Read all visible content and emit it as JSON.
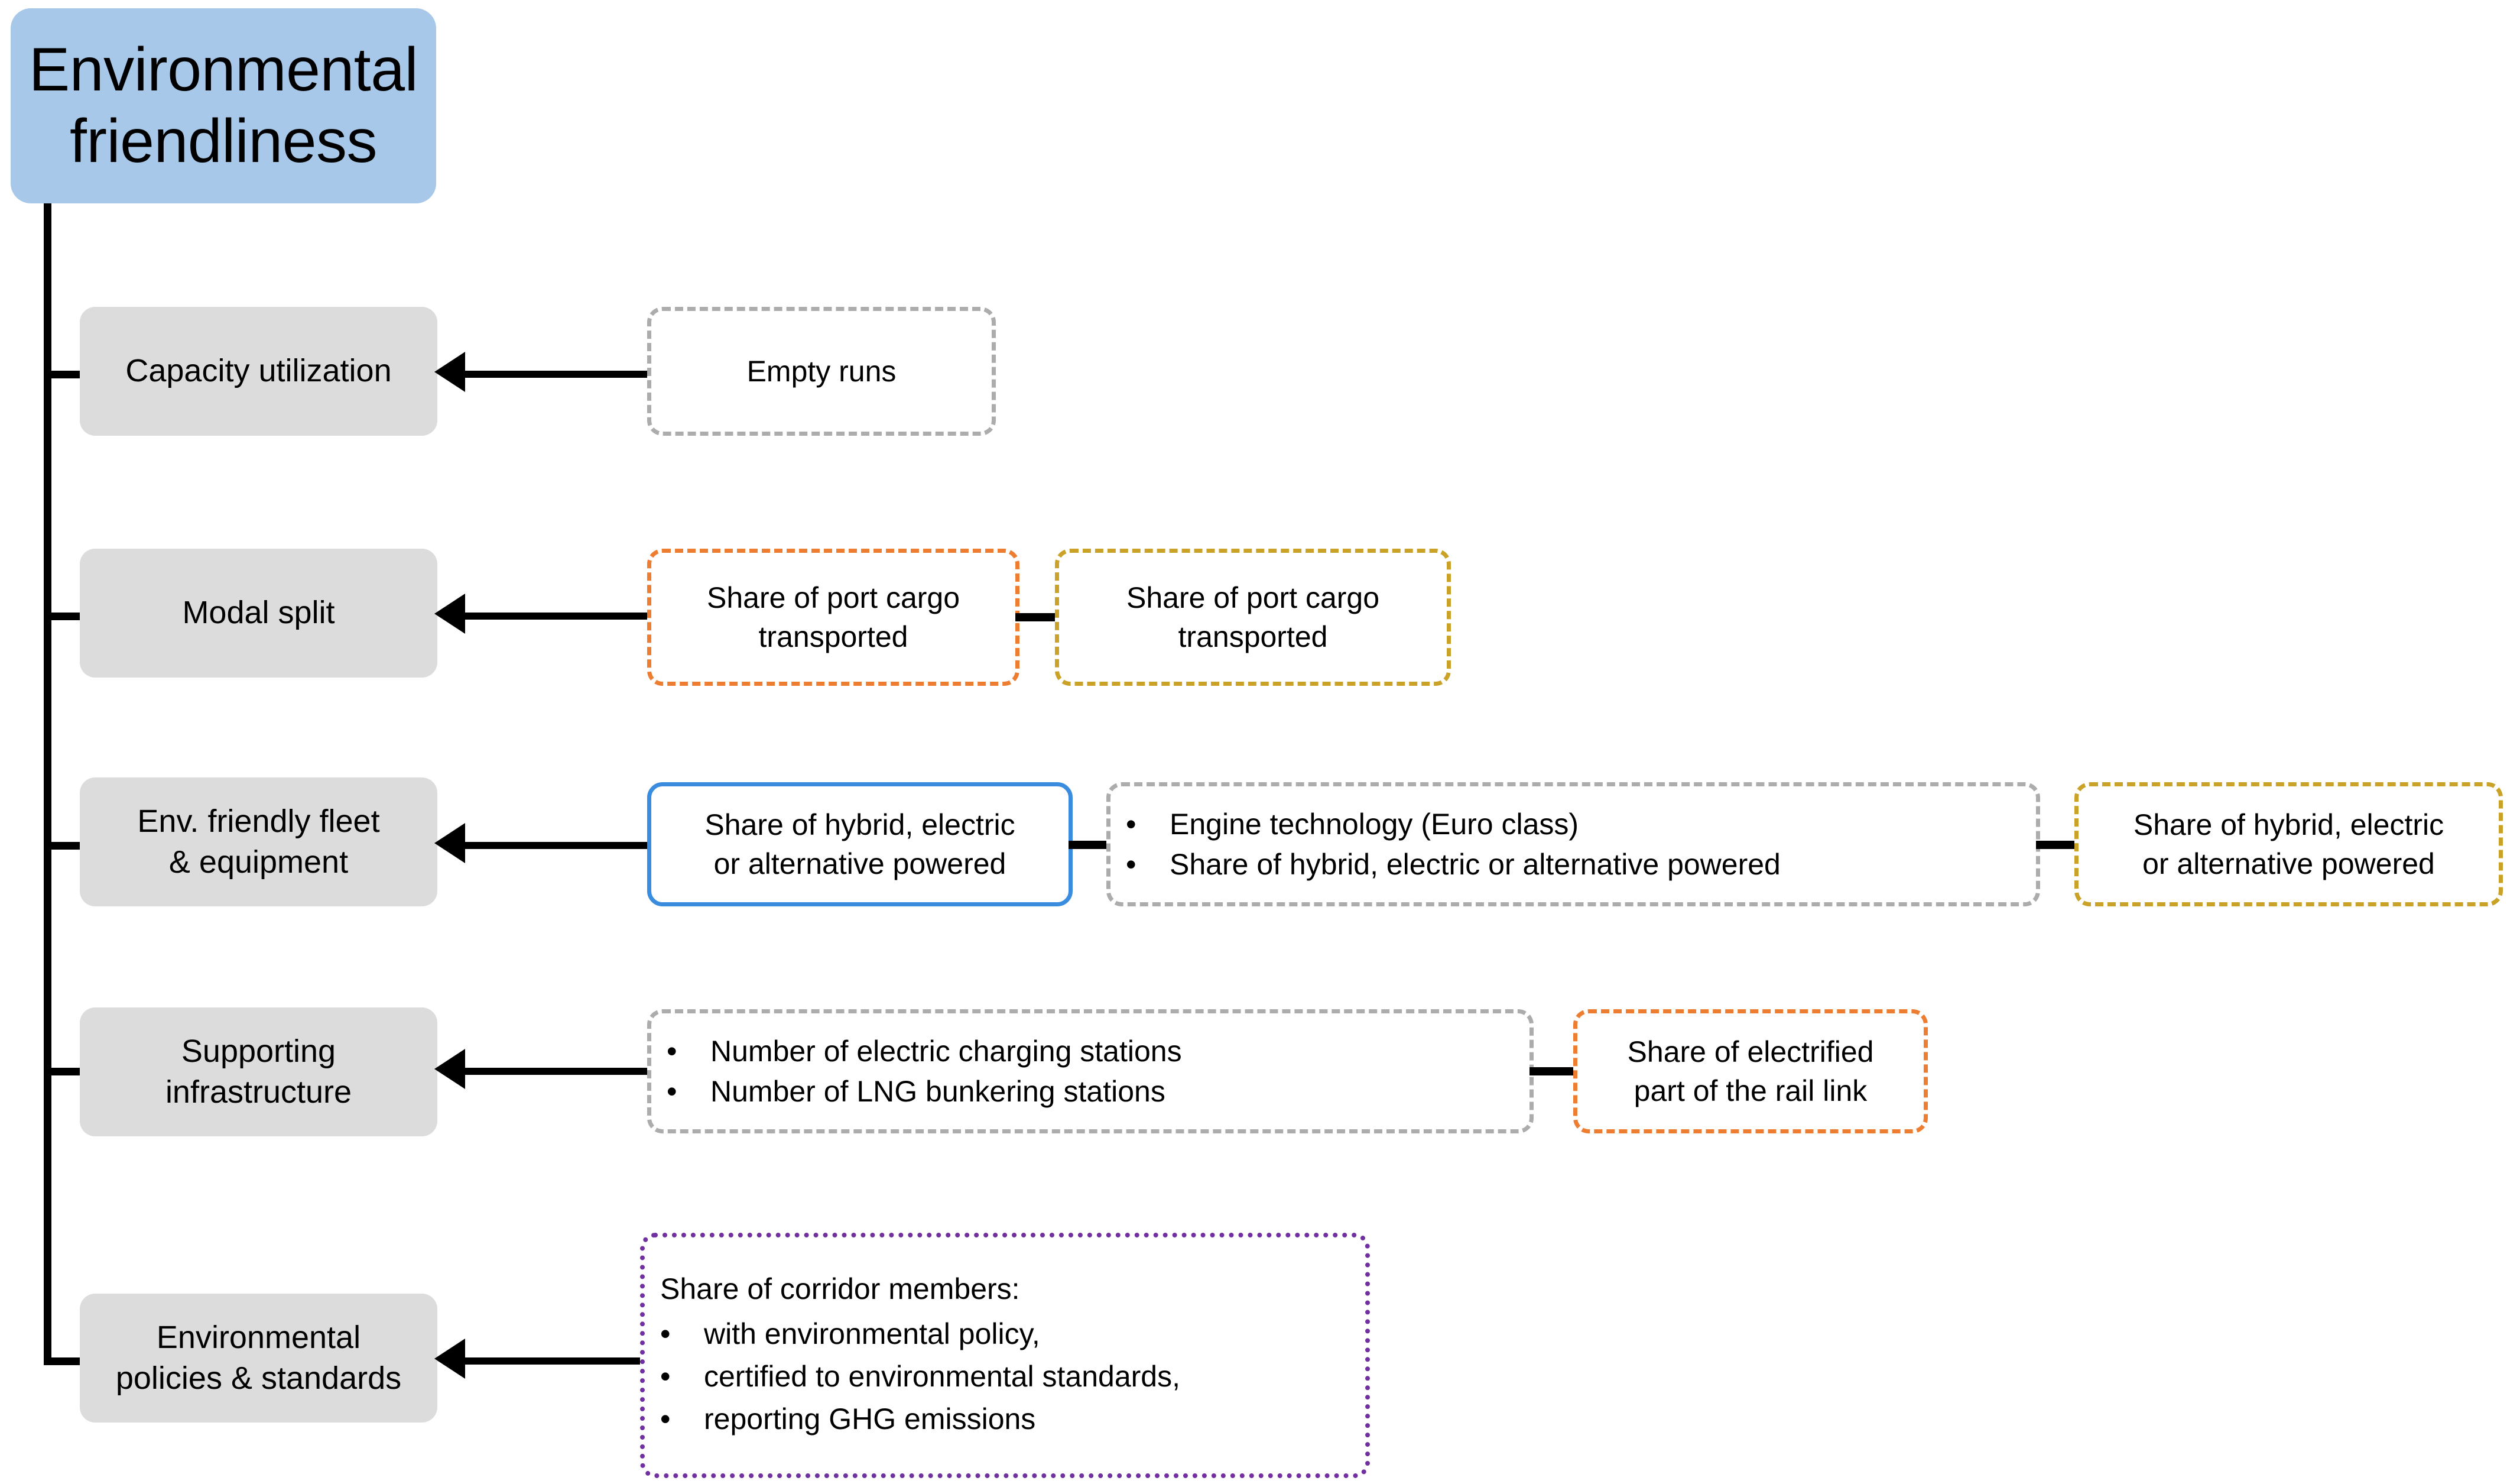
{
  "root": {
    "label": "Environmental friendliness",
    "color": "#A7C8E8"
  },
  "palette": {
    "category_fill": "#DCDCDC",
    "gray_dashed": "#ACACAC",
    "orange_dashed": "#ED7D31",
    "gold_dashed": "#C9A227",
    "blue_solid": "#3A8DDE",
    "purple_dotted": "#7030A0",
    "connector": "#000000"
  },
  "rows": [
    {
      "category": "Capacity utilization",
      "kpis": [
        {
          "style": "gray-dash",
          "text": "Empty runs"
        }
      ]
    },
    {
      "category": "Modal split",
      "kpis": [
        {
          "style": "orange-dash",
          "line1": "Share of port cargo",
          "line2": "transported"
        },
        {
          "style": "gold-dash",
          "line1": "Share of port cargo",
          "line2": "transported"
        }
      ]
    },
    {
      "category": "Env. friendly fleet & equipment",
      "category_line1": "Env. friendly fleet",
      "category_line2": "& equipment",
      "kpis": [
        {
          "style": "blue-solid",
          "line1": "Share of hybrid, electric",
          "line2": "or alternative powered"
        },
        {
          "style": "gray-dash",
          "bullets": [
            "Engine technology (Euro class)",
            "Share of hybrid, electric or alternative powered"
          ]
        },
        {
          "style": "gold-dash",
          "line1": "Share of hybrid, electric",
          "line2": "or alternative powered"
        }
      ]
    },
    {
      "category": "Supporting infrastructure",
      "category_line1": "Supporting",
      "category_line2": "infrastructure",
      "kpis": [
        {
          "style": "gray-dash",
          "bullets": [
            "Number of electric charging stations",
            "Number of LNG bunkering stations"
          ]
        },
        {
          "style": "orange-dash",
          "line1": "Share of electrified",
          "line2": "part of the rail link"
        }
      ]
    },
    {
      "category": "Environmental policies & standards",
      "category_line1": "Environmental",
      "category_line2": "policies & standards",
      "kpis": [
        {
          "style": "purple-dot",
          "lead": "Share of corridor members:",
          "bullets": [
            "with environmental policy,",
            "certified to environmental standards,",
            "reporting GHG emissions"
          ]
        }
      ]
    }
  ],
  "bullet_glyph": "•"
}
